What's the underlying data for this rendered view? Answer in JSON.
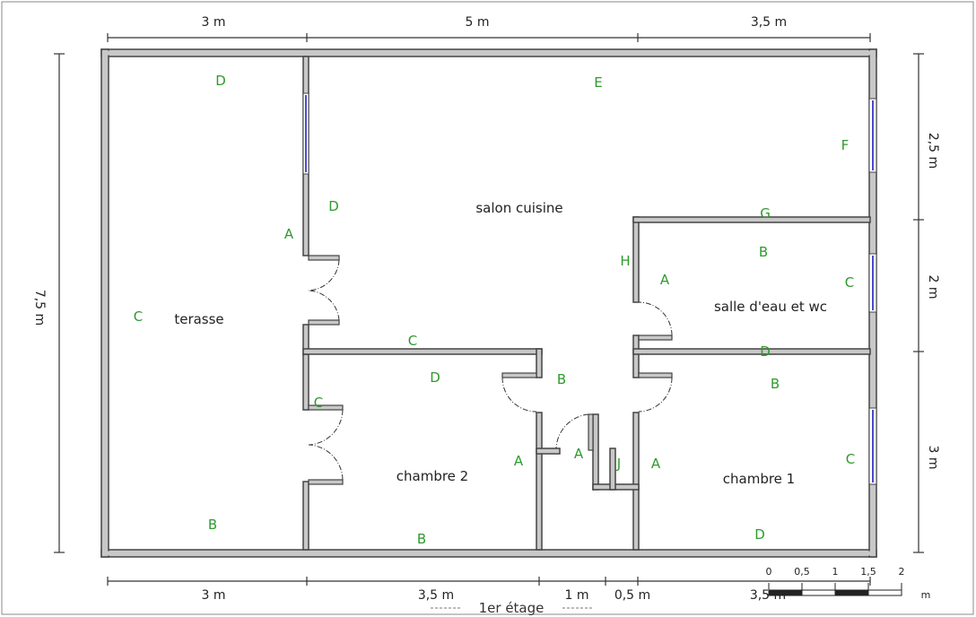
{
  "dimensions": {
    "top": [
      "3 m",
      "5 m",
      "3,5 m"
    ],
    "bottom": [
      "3 m",
      "3,5 m",
      "1 m",
      "0,5 m",
      "3,5 m"
    ],
    "left": "7,5 m",
    "right": [
      "2,5 m",
      "2 m",
      "3 m"
    ]
  },
  "rooms": {
    "terrace": "terasse",
    "living": "salon cuisine",
    "bathroom": "salle d'eau et wc",
    "bedroom1": "chambre 1",
    "bedroom2": "chambre 2"
  },
  "wall_labels": [
    {
      "id": "terrace-d",
      "text": "D"
    },
    {
      "id": "living-e",
      "text": "E"
    },
    {
      "id": "living-f",
      "text": "F"
    },
    {
      "id": "living-d",
      "text": "D"
    },
    {
      "id": "living-a",
      "text": "A"
    },
    {
      "id": "living-g",
      "text": "G"
    },
    {
      "id": "living-h",
      "text": "H"
    },
    {
      "id": "living-c",
      "text": "C"
    },
    {
      "id": "terrace-c",
      "text": "C"
    },
    {
      "id": "terrace-b",
      "text": "B"
    },
    {
      "id": "bath-b",
      "text": "B"
    },
    {
      "id": "bath-a",
      "text": "A"
    },
    {
      "id": "bath-c",
      "text": "C"
    },
    {
      "id": "bath-d",
      "text": "D"
    },
    {
      "id": "ch2-d",
      "text": "D"
    },
    {
      "id": "ch2-c",
      "text": "C"
    },
    {
      "id": "ch2-a",
      "text": "A"
    },
    {
      "id": "ch2-b",
      "text": "B"
    },
    {
      "id": "hall-b",
      "text": "B"
    },
    {
      "id": "hall-a",
      "text": "A"
    },
    {
      "id": "hall-j",
      "text": "J"
    },
    {
      "id": "ch1-b",
      "text": "B"
    },
    {
      "id": "ch1-a",
      "text": "A"
    },
    {
      "id": "ch1-c",
      "text": "C"
    },
    {
      "id": "ch1-d",
      "text": "D"
    }
  ],
  "scale": {
    "ticks": [
      "0",
      "0,5",
      "1",
      "1,5",
      "2"
    ],
    "unit": "m"
  },
  "footer": {
    "title": "1er étage"
  }
}
